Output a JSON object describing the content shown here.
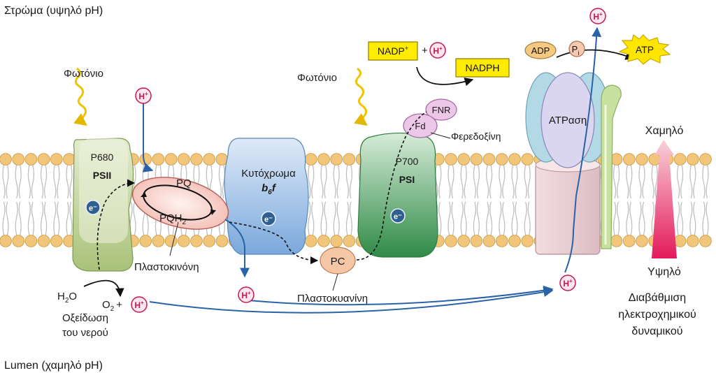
{
  "regions": {
    "stroma": "Στρώμα (υψηλό pH)",
    "lumen": "Lumen (χαμηλό pH)"
  },
  "photon_left": "Φωτόνιο",
  "photon_right": "Φωτόνιο",
  "proton_symbol": "H",
  "proton_charge": "+",
  "electron": "e⁻",
  "psii": {
    "pigment": "P680",
    "name": "PSII"
  },
  "psi": {
    "pigment": "P700",
    "name": "PSI"
  },
  "plastoquinone": {
    "pq": "PQ",
    "pqh2_base": "PQH",
    "pqh2_sub": "2",
    "label": "Πλαστοκινόνη"
  },
  "cytochrome": {
    "line1": "Κυτόχρωμα",
    "line2_b": "b",
    "line2_sub": "6",
    "line2_f": "f"
  },
  "plastocyanin": {
    "short": "PC",
    "label": "Πλαστοκυανίνη"
  },
  "ferredoxin": {
    "short": "Fd",
    "label": "Φερεδοξίνη"
  },
  "fnr": "FNR",
  "nadp": {
    "base": "NADP",
    "sup": "+",
    "plus": "+"
  },
  "nadph": "NADPH",
  "atp_synthase": "ATPαση",
  "adp": "ADP",
  "phosphate": {
    "base": "P",
    "sub": "i"
  },
  "adp_plus": "+",
  "atp": "ATP",
  "water": {
    "h2o_base": "H",
    "h2o_sub": "2",
    "h2o_o": "O",
    "o2_base": "O",
    "o2_sub": "2",
    "o2_plus": "+",
    "oxidation_line1": "Οξείδωση",
    "oxidation_line2": "του νερού"
  },
  "gradient": {
    "low": "Χαμηλό",
    "high": "Υψηλό",
    "caption_line1": "Διαβάθμιση",
    "caption_line2": "ηλεκτροχημικού",
    "caption_line3": "δυναμικού"
  },
  "colors": {
    "membrane_head": "#f2c67a",
    "membrane_tail": "#bfbfbf",
    "psii": "#c9d9a3",
    "psi": "#5aa86a",
    "cytochrome": "#8db8e6",
    "pq_ring": "#f6c8c0",
    "proton": "#c7174f",
    "arrow": "#2a62a8",
    "atp_synthase": "#b9d9e6",
    "photon": "#f0c400",
    "nadp_box": "#ffec00",
    "gradient_top": "#f7c7cf",
    "gradient_bottom": "#e3195b"
  }
}
